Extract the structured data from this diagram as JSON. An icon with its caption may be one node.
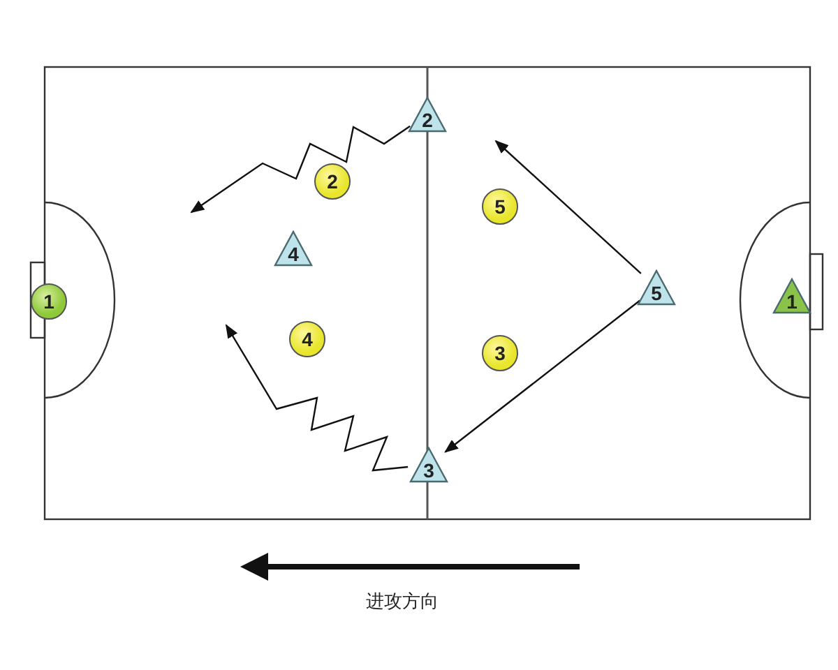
{
  "diagram": {
    "nodes": [
      {
        "text": [
          "2"
        ]
      },
      {
        "text": [
          "2"
        ]
      },
      {
        "text": [
          "5"
        ]
      },
      {
        "text": [
          "4"
        ]
      },
      {
        "text": [
          "1"
        ]
      },
      {
        "text": [
          "5"
        ]
      },
      {
        "text": [
          "1"
        ]
      },
      {
        "text": [
          "4"
        ]
      },
      {
        "text": [
          "3"
        ]
      },
      {
        "text": [
          "3"
        ]
      }
    ],
    "edges": [
      {
        "from": 0,
        "to": null,
        "arrow": "to"
      },
      {
        "from": 9,
        "to": null,
        "arrow": "to"
      },
      {
        "from": 5,
        "to": null,
        "arrow": "to"
      },
      {
        "from": 5,
        "to": 9,
        "arrow": "to"
      }
    ],
    "labels": [
      "进攻方向"
    ]
  }
}
